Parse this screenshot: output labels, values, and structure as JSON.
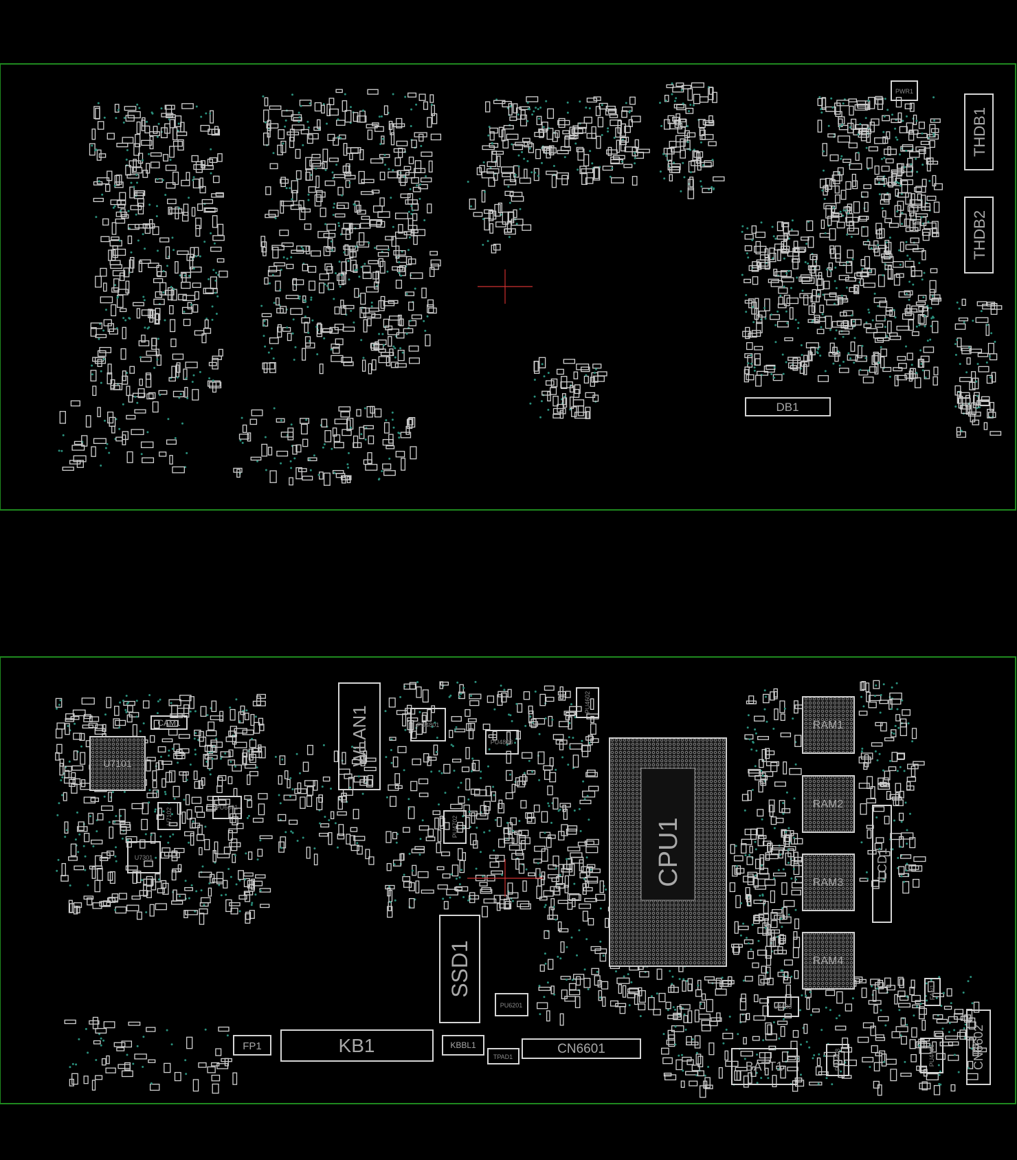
{
  "view": {
    "title": "Boardview",
    "sides": [
      "top",
      "bottom"
    ]
  },
  "top_side": {
    "components": {
      "pwr1": "PWR1",
      "thdb1": "THDB1",
      "thdb2": "THDB2",
      "db1": "DB1"
    }
  },
  "bottom_side": {
    "components": {
      "cam1": "CAM1",
      "u7101": "U7101",
      "u7301": "U7301",
      "u7102": "U7102",
      "pu6601": "PU6601",
      "wlan1": "WLAN1",
      "pu4801": "PU4801",
      "pu4803": "PU4803",
      "pu4702": "PU4702",
      "pu4602": "PU4602",
      "cpu1": "CPU1",
      "ram1": "RAM1",
      "ram2": "RAM2",
      "ram3": "RAM3",
      "ram4": "RAM4",
      "lcd1": "LCD1",
      "ssd1": "SSD1",
      "pu6201": "PU6201",
      "kb1": "KB1",
      "fp1": "FP1",
      "kbbl1": "KBBL1",
      "tpad1": "TPAD1",
      "cn6601": "CN6601",
      "batt1": "BATT1",
      "cn6602": "CN6602",
      "fan1": "FAN1",
      "u4603": "U4603",
      "pu4408": "PU4408",
      "pu4406": "PU4406"
    }
  },
  "colors": {
    "background": "#000000",
    "board_edge": "#1f8a1f",
    "outline": "#d6d6d6",
    "via": "#2a8f7c",
    "cursor": "#d03030"
  }
}
